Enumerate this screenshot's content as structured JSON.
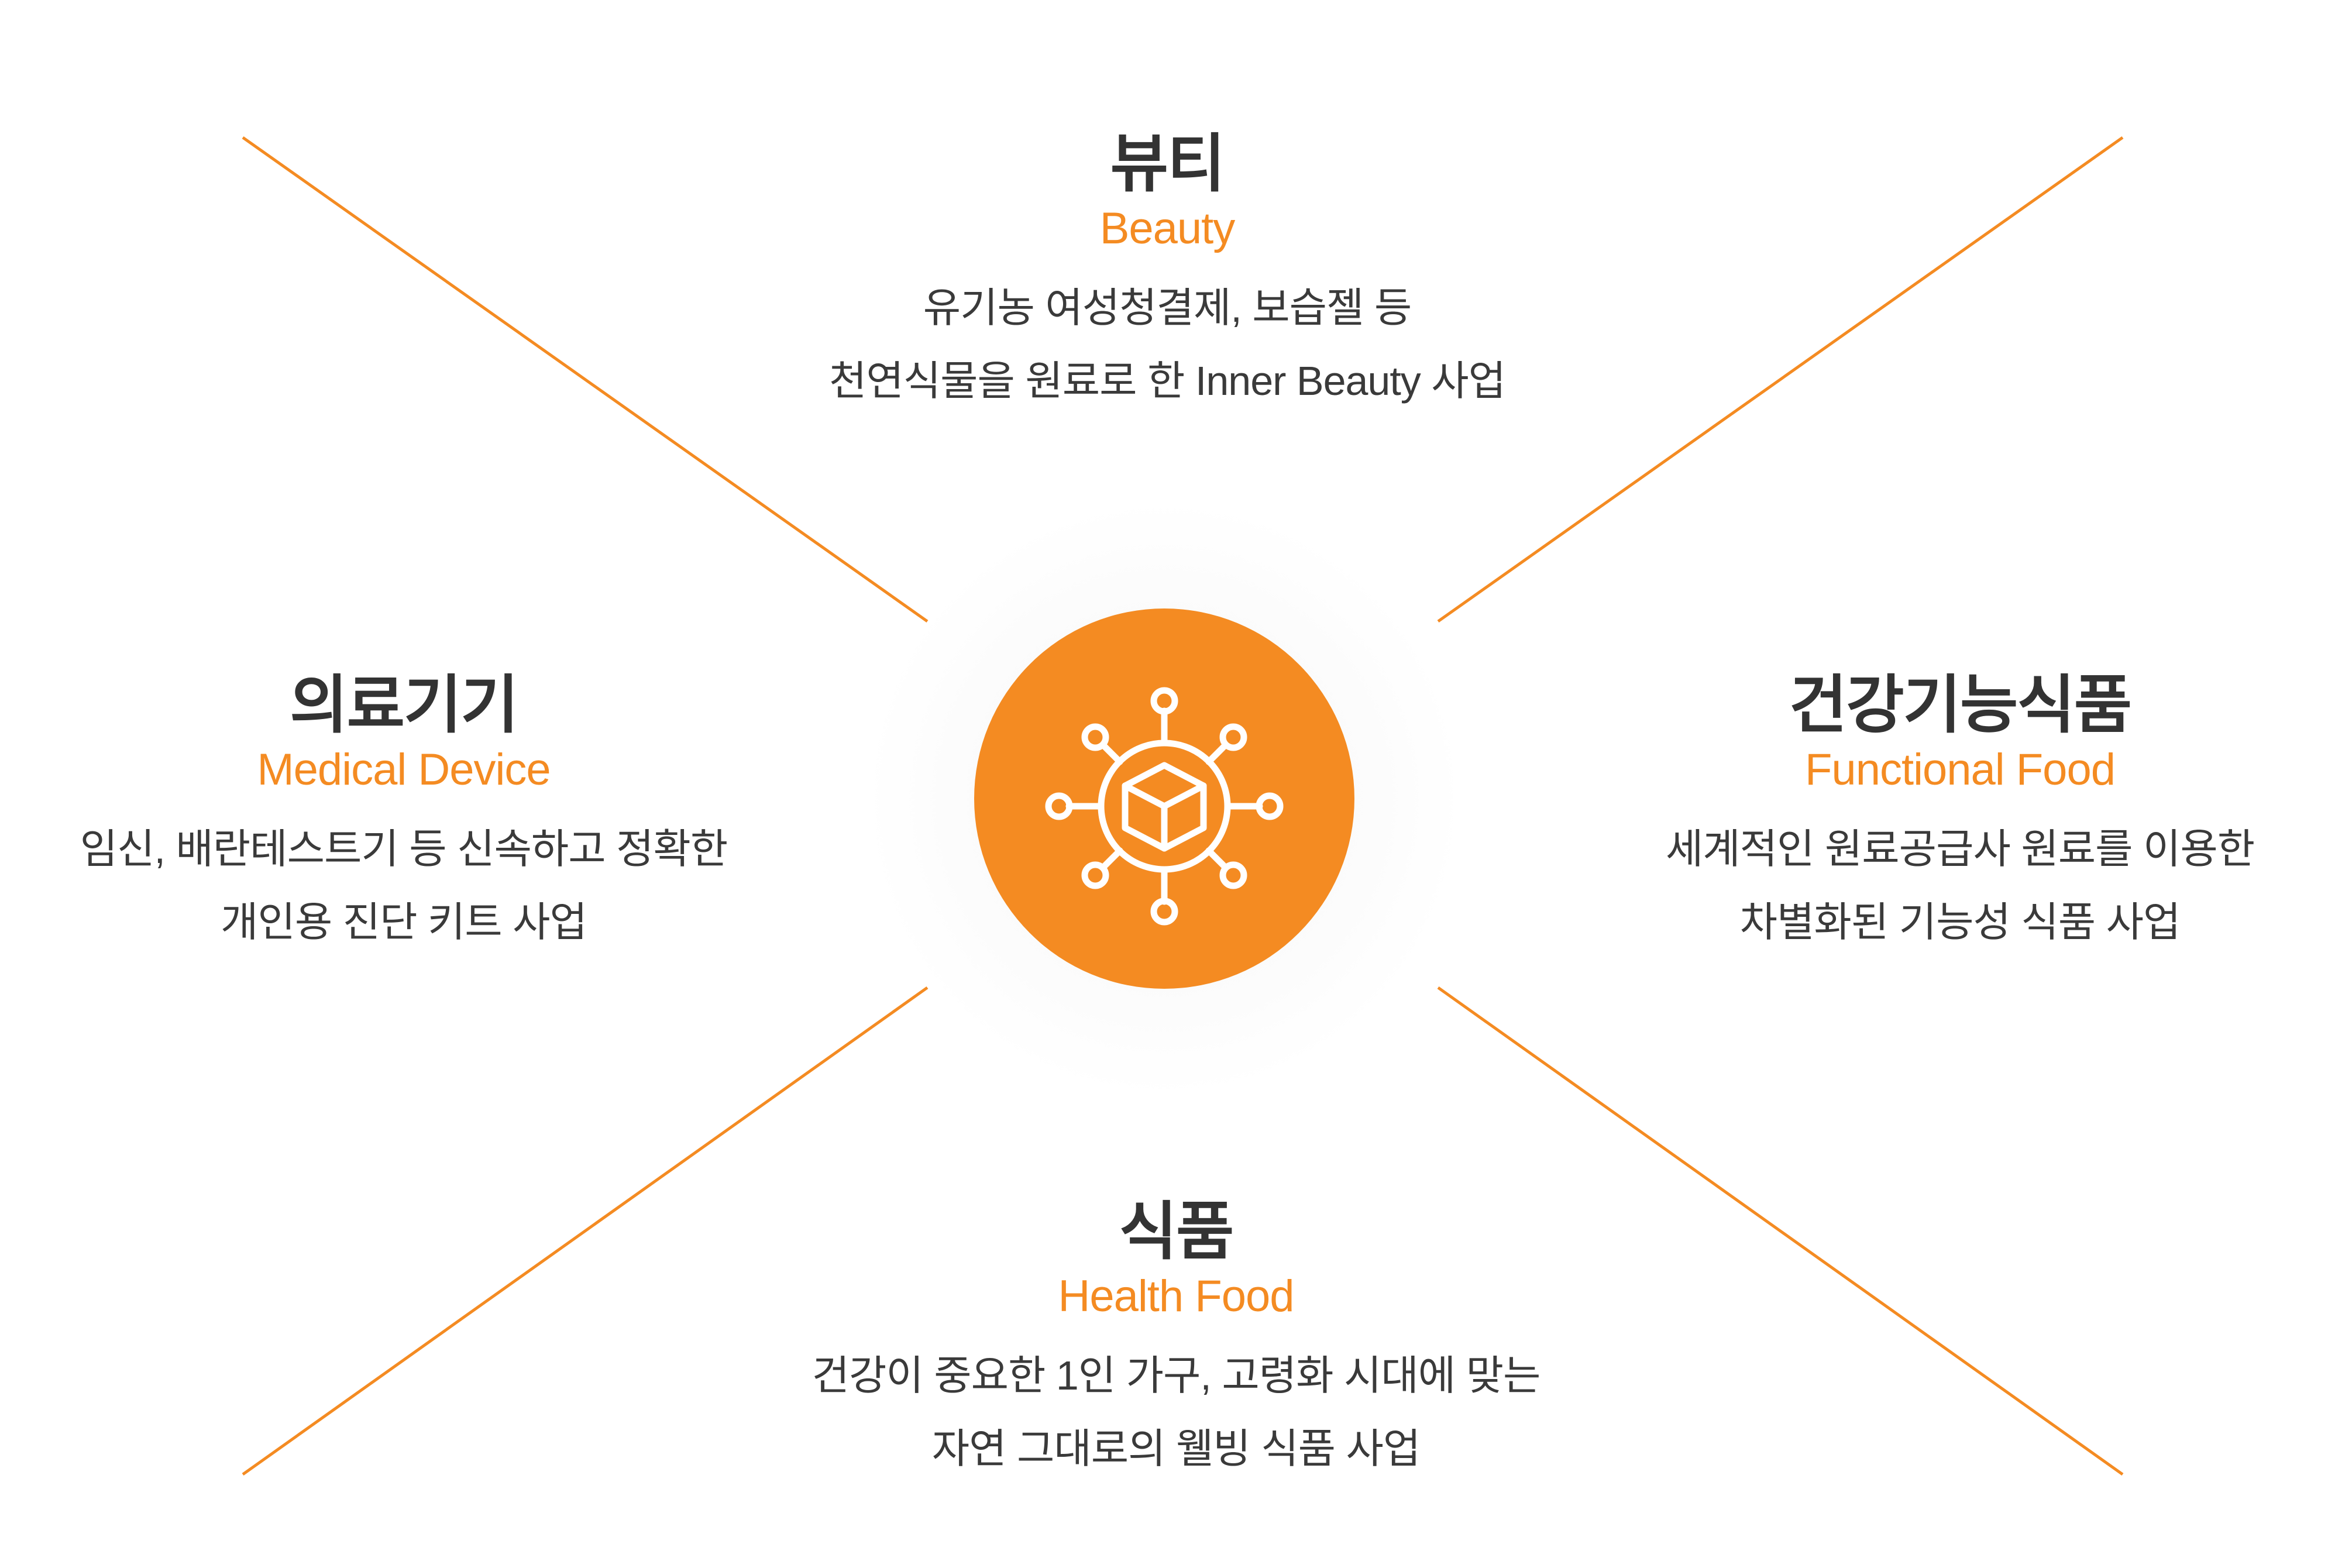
{
  "colors": {
    "accent": "#f48b22",
    "title": "#333333",
    "text": "#3a3a3a",
    "background": "#ffffff"
  },
  "hub": {
    "icon": "network-box-icon"
  },
  "sectors": {
    "beauty": {
      "title": "뷰티",
      "subtitle": "Beauty",
      "lines": [
        "유기농 여성청결제, 보습젤 등",
        "천연식물을 원료로 한 Inner Beauty 사업"
      ]
    },
    "medical": {
      "title": "의료기기",
      "subtitle": "Medical Device",
      "lines": [
        "임신, 배란테스트기 등 신속하고 정확한",
        "개인용 진단 키트 사업"
      ]
    },
    "functional": {
      "title": "건강기능식품",
      "subtitle": "Functional Food",
      "lines": [
        "세계적인 원료공급사 원료를 이용한",
        "차별화된 기능성 식품 사업"
      ]
    },
    "food": {
      "title": "식품",
      "subtitle": "Health Food",
      "lines": [
        "건강이 중요한 1인 가구, 고령화 시대에 맞는",
        "자연 그대로의 웰빙 식품 사업"
      ]
    }
  }
}
